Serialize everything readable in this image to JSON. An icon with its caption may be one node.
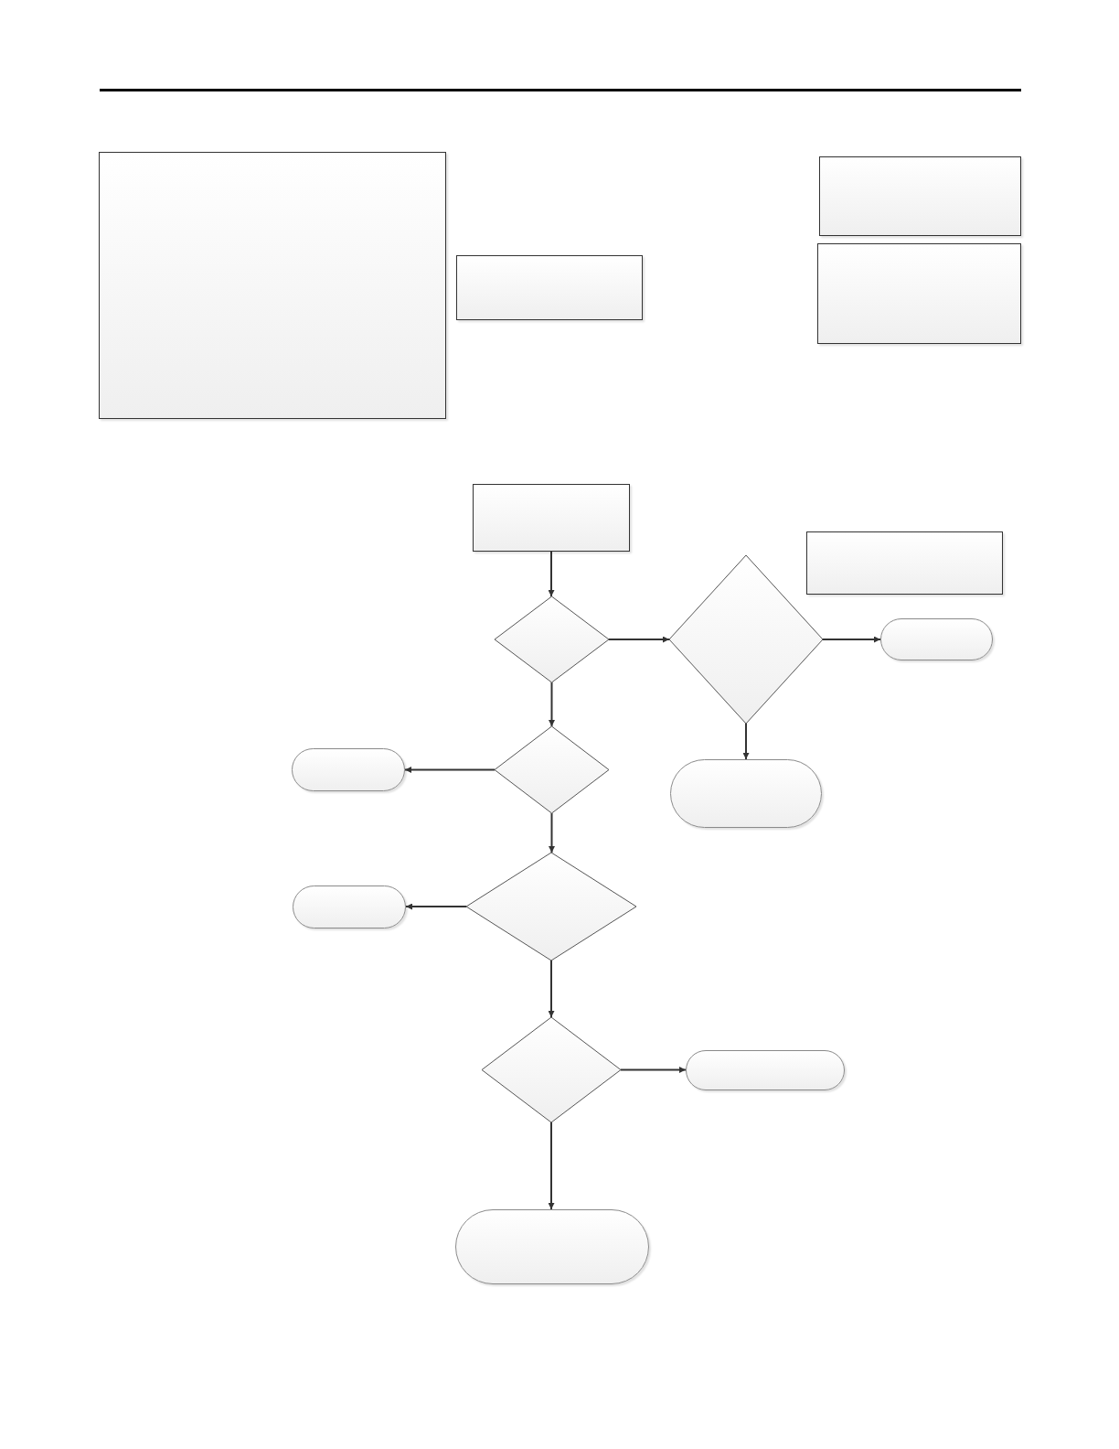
{
  "diagram": {
    "nodes": [
      {
        "text": [],
        "shape": "box"
      },
      {
        "text": [],
        "shape": "box"
      },
      {
        "text": [],
        "shape": "box"
      },
      {
        "text": [],
        "shape": "box"
      },
      {
        "text": [],
        "shape": "box"
      },
      {
        "text": [],
        "shape": "box"
      },
      {
        "text": [],
        "shape": "diamond"
      },
      {
        "text": [],
        "shape": "diamond"
      },
      {
        "text": [],
        "shape": "pill"
      },
      {
        "text": [],
        "shape": "pill"
      },
      {
        "text": [],
        "shape": "diamond"
      },
      {
        "text": [],
        "shape": "pill"
      },
      {
        "text": [],
        "shape": "pill"
      },
      {
        "text": [],
        "shape": "diamond"
      },
      {
        "text": [],
        "shape": "diamond"
      },
      {
        "text": [],
        "shape": "pill"
      },
      {
        "text": [],
        "shape": "pill"
      }
    ],
    "edges": [
      {
        "from": 4,
        "to": 6,
        "arrow": "to"
      },
      {
        "from": 6,
        "to": 7,
        "arrow": "to"
      },
      {
        "from": 7,
        "to": 8,
        "arrow": "to"
      },
      {
        "from": 6,
        "to": 10,
        "arrow": "to"
      },
      {
        "from": 7,
        "to": 11,
        "arrow": "to"
      },
      {
        "from": 10,
        "to": 9,
        "arrow": "to"
      },
      {
        "from": 10,
        "to": 13,
        "arrow": "to"
      },
      {
        "from": 13,
        "to": 12,
        "arrow": "to"
      },
      {
        "from": 13,
        "to": 14,
        "arrow": "to"
      },
      {
        "from": 14,
        "to": 15,
        "arrow": "to"
      },
      {
        "from": 14,
        "to": 16,
        "arrow": "to"
      }
    ]
  }
}
